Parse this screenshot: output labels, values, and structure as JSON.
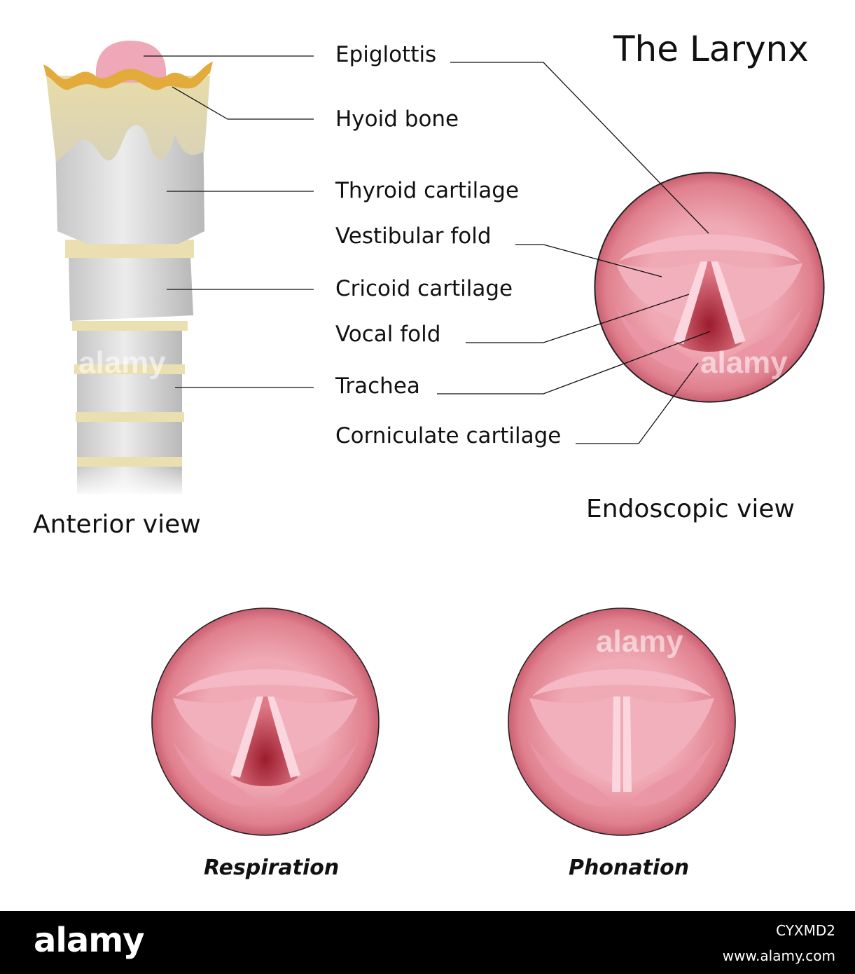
{
  "title": "The Larynx",
  "labels": {
    "epiglottis": "Epiglottis",
    "hyoid": "Hyoid bone",
    "thyroid": "Thyroid cartilage",
    "vestibular": "Vestibular fold",
    "cricoid": "Cricoid cartilage",
    "vocal": "Vocal fold",
    "trachea": "Trachea",
    "corniculate": "Corniculate cartilage"
  },
  "views": {
    "anterior": "Anterior view",
    "endoscopic": "Endoscopic view",
    "respiration": "Respiration",
    "phonation": "Phonation"
  },
  "watermark": "alamy",
  "footer": {
    "logo": "alamy",
    "image_id": "CYXMD2",
    "site": "www.alamy.com"
  },
  "colors": {
    "tissue": "#e4848f",
    "fold": "#f2b6c1",
    "cartilage": "#d8d8d8",
    "bone": "#e6d6a0"
  }
}
